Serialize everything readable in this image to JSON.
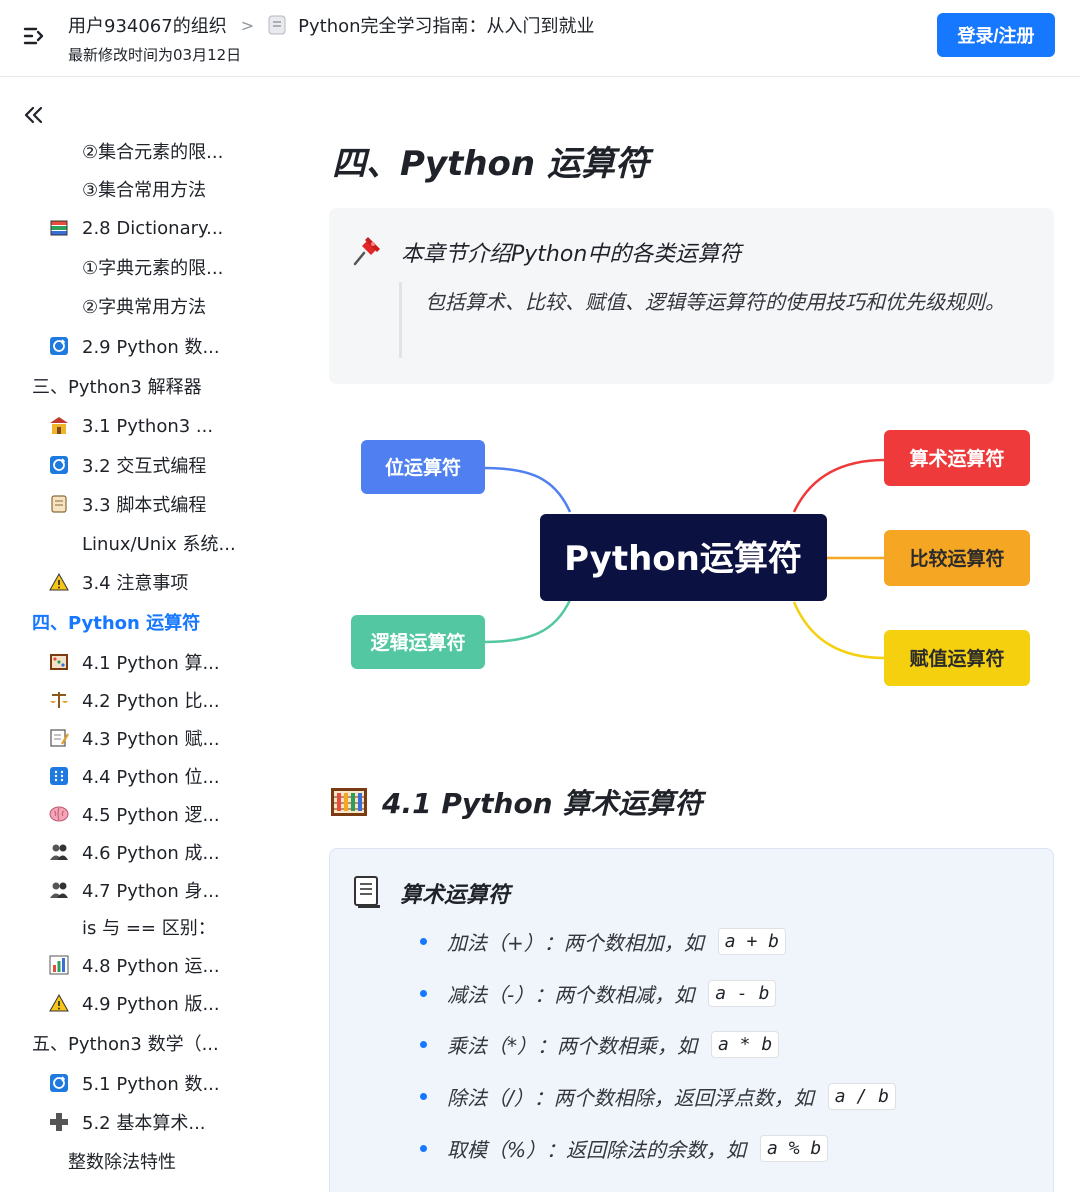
{
  "header": {
    "org": "用户934067的组织",
    "doc_title": "Python完全学习指南：从入门到就业",
    "modified": "最新修改时间为03月12日",
    "login_label": "登录/注册"
  },
  "toc": {
    "items": [
      {
        "label": "②集合元素的限...",
        "icon": ""
      },
      {
        "label": "③集合常用方法",
        "icon": ""
      },
      {
        "label": "2.8 Dictionary...",
        "icon": "books-icon"
      },
      {
        "label": "①字典元素的限...",
        "icon": ""
      },
      {
        "label": "②字典常用方法",
        "icon": ""
      },
      {
        "label": "2.9 Python 数...",
        "icon": "cycle-icon"
      },
      {
        "label": "三、Python3 解释器",
        "icon": ""
      },
      {
        "label": "3.1 Python3 ...",
        "icon": "temple-icon"
      },
      {
        "label": "3.2 交互式编程",
        "icon": "cycle-icon"
      },
      {
        "label": "3.3 脚本式编程",
        "icon": "scroll-icon"
      },
      {
        "label": "Linux/Unix 系统...",
        "icon": ""
      },
      {
        "label": "3.4 注意事项",
        "icon": "warning-icon"
      },
      {
        "label": "四、Python 运算符",
        "icon": ""
      },
      {
        "label": "4.1 Python 算...",
        "icon": "abacus-icon"
      },
      {
        "label": "4.2 Python 比...",
        "icon": "scales-icon"
      },
      {
        "label": "4.3 Python 赋...",
        "icon": "memo-icon"
      },
      {
        "label": "4.4 Python 位...",
        "icon": "binary-icon"
      },
      {
        "label": "4.5 Python 逻...",
        "icon": "brain-icon"
      },
      {
        "label": "4.6 Python 成...",
        "icon": "people-icon"
      },
      {
        "label": "4.7 Python 身...",
        "icon": "people-icon"
      },
      {
        "label": "is 与 == 区别：",
        "icon": ""
      },
      {
        "label": "4.8 Python 运...",
        "icon": "chart-icon"
      },
      {
        "label": "4.9 Python 版...",
        "icon": "warning-icon"
      },
      {
        "label": "五、Python3 数学（...",
        "icon": ""
      },
      {
        "label": "5.1 Python 数...",
        "icon": "cycle-icon"
      },
      {
        "label": "5.2 基本算术...",
        "icon": "plus-icon"
      },
      {
        "label": "整数除法特性",
        "icon": ""
      }
    ]
  },
  "section": {
    "title": "四、Python 运算符",
    "callout_title": "本章节介绍Python中的各类运算符",
    "callout_body": "包括算术、比较、赋值、逻辑等运算符的使用技巧和优先级规则。"
  },
  "mindmap": {
    "center": "Python运算符",
    "left_top": "位运算符",
    "left_bottom": "逻辑运算符",
    "right_1": "算术运算符",
    "right_2": "比较运算符",
    "right_3": "赋值运算符",
    "colors": {
      "center": "#0b1140",
      "left_top": "#4f7ff0",
      "left_bottom": "#52c7a1",
      "right_1": "#ee3a3a",
      "right_2": "#f5a623",
      "right_3": "#f5d00f"
    }
  },
  "subsection": {
    "title": "4.1 Python 算术运算符",
    "card_title": "算术运算符",
    "ops": [
      {
        "text": "加法（+）：两个数相加，如",
        "code": "a + b"
      },
      {
        "text": "减法（-）：两个数相减，如",
        "code": "a - b"
      },
      {
        "text": "乘法（*）：两个数相乘，如",
        "code": "a * b"
      },
      {
        "text": "除法（/）：两个数相除，返回浮点数，如",
        "code": "a / b"
      },
      {
        "text": "取模（%）：返回除法的余数，如",
        "code": "a % b"
      }
    ]
  }
}
